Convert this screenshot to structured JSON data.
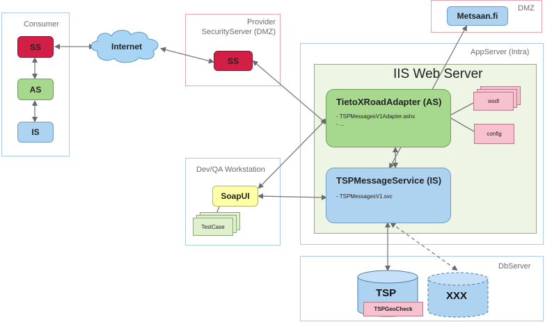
{
  "zones": {
    "consumer": "Consumer",
    "provider": "Provider\nSecurityServer (DMZ)",
    "dmz": "DMZ",
    "appserver": "AppServer (Intra)",
    "devqa": "Dev/QA Workstation",
    "dbserver": "DbServer"
  },
  "iis_title": "IIS Web Server",
  "consumer_nodes": {
    "ss": "SS",
    "as": "AS",
    "is": "IS"
  },
  "internet": "Internet",
  "provider_ss": "SS",
  "metsaan": "Metsaan.fi",
  "adapter": {
    "title": "TietoXRoadAdapter (AS)",
    "lines": [
      "- TSPMessagesV1Adapter.ashx",
      "- ..."
    ]
  },
  "service": {
    "title": "TSPMessageService (IS)",
    "lines": [
      "- TSPMessagesV1.svc"
    ]
  },
  "docs": {
    "wsdl": "wsdl",
    "config": "config",
    "testcase": "TestCase"
  },
  "soapui": "SoapUI",
  "db": {
    "tsp": "TSP",
    "tspgeocheck": "TSPGeoCheck",
    "xxx": "XXX"
  },
  "colors": {
    "ss_red": "#d11f46",
    "as_green": "#a6d98e",
    "is_blue": "#aed3f1",
    "soapui_yellow": "#ffffa6",
    "doc_pink": "#f7c1cf",
    "zone_blue": "#a9cde8",
    "zone_pink": "#e8a3ad"
  }
}
